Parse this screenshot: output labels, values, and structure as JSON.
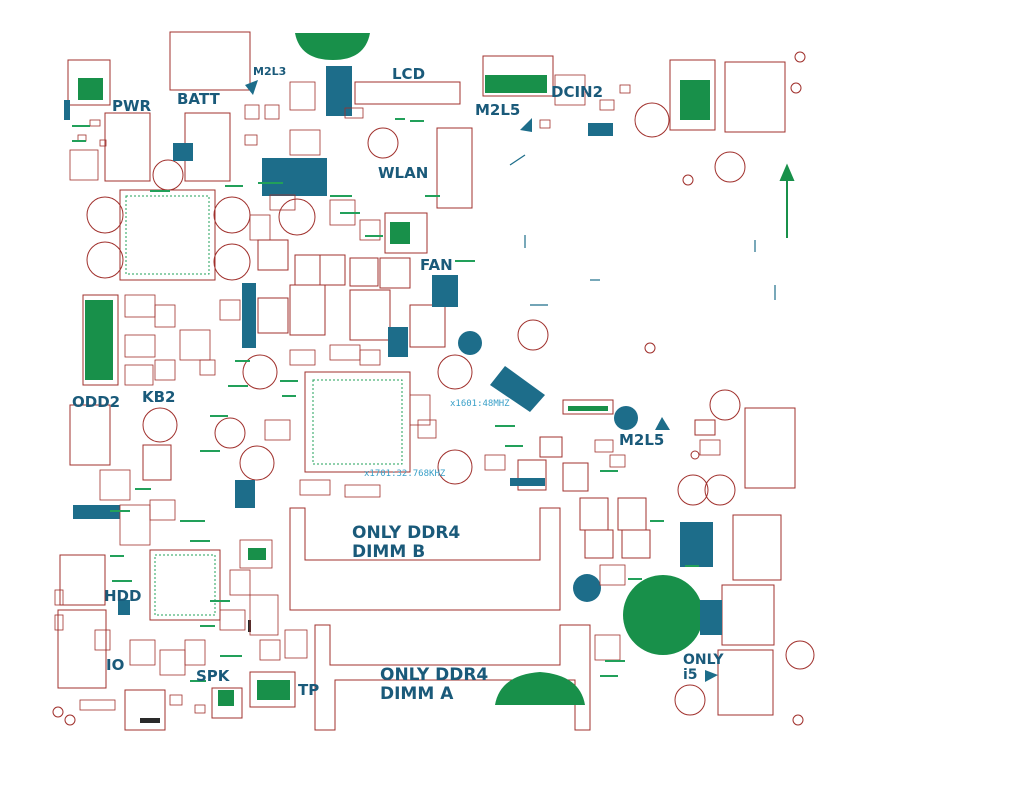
{
  "colors": {
    "outline": "#a0302c",
    "copper": "#18904a",
    "silk": "#22a05a",
    "label": "#1a5a7a",
    "pad_dark": "#1d6d8a",
    "freq_text": "#3aa0c8"
  },
  "labels": {
    "pwr": "PWR",
    "batt": "BATT",
    "m2l3": "M2L3",
    "lcd": "LCD",
    "m2l5_top": "M2L5",
    "dcin2": "DCIN2",
    "wlan": "WLAN",
    "fan": "FAN",
    "odd2": "ODD2",
    "kb2": "KB2",
    "m2l5_mid": "M2L5",
    "hdd": "HDD",
    "io": "IO",
    "spk": "SPK",
    "tp": "TP",
    "only_i5": "ONLY\ni5"
  },
  "dimm": {
    "b": "ONLY DDR4\nDIMM B",
    "a": "ONLY DDR4\nDIMM A"
  },
  "crystals": {
    "x1601": "x1601:48MHZ",
    "x1701": "x1701:32.768KHZ"
  }
}
